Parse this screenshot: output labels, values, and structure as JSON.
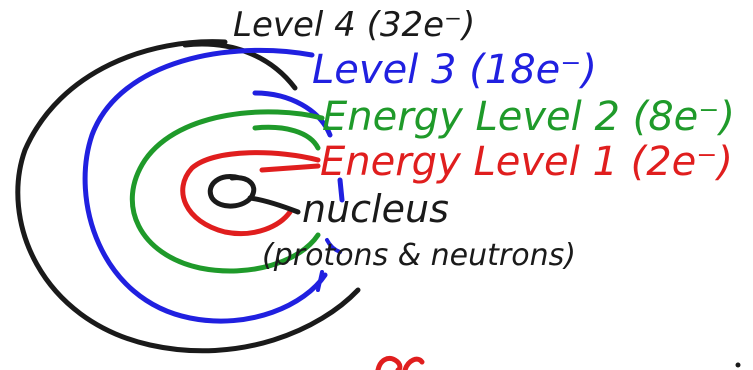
{
  "labels": {
    "level4": "Level 4 (32e⁻)",
    "level3": "Level 3 (18e⁻)",
    "level2": "Energy Level 2 (8e⁻)",
    "level1": "Energy Level 1 (2e⁻)",
    "nucleus": "nucleus",
    "nucleus_detail": "(protons & neutrons)"
  },
  "colors": {
    "level4": "#1a1a1a",
    "level3": "#2020e0",
    "level2": "#1f9a2a",
    "level1": "#e01e1e",
    "nucleus": "#1a1a1a",
    "scribble": "#e01e1e"
  }
}
